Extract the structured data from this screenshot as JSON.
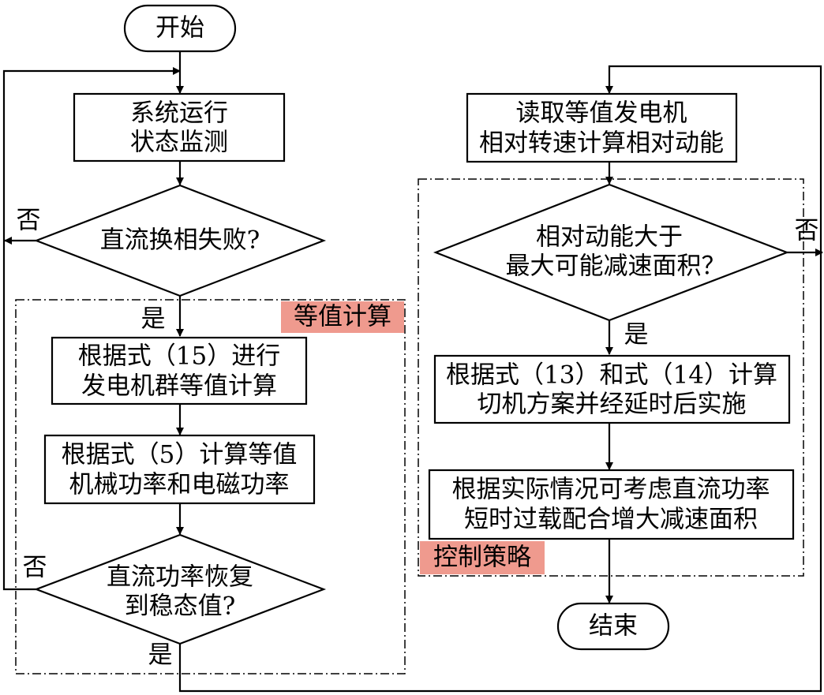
{
  "diagram": {
    "start": "开始",
    "end": "结束",
    "monitor": [
      "系统运行",
      "状态监测"
    ],
    "dc_failure_question": "直流换相失败?",
    "equiv_calc_box": [
      "根据式（15）进行",
      "发电机群等值计算"
    ],
    "mech_power_box": [
      "根据式（5）计算等值",
      "机械功率和电磁功率"
    ],
    "dc_recover_question": [
      "直流功率恢复",
      "到稳态值?"
    ],
    "read_generator_box": [
      "读取等值发电机",
      "相对转速计算相对动能"
    ],
    "kinetic_question": [
      "相对动能大于",
      "最大可能减速面积？"
    ],
    "cut_machine_box": [
      "根据式（13）和式（14）计算",
      "切机方案并经延时后实施"
    ],
    "dc_overload_box": [
      "根据实际情况可考虑直流功率",
      "短时过载配合增大减速面积"
    ],
    "labels": {
      "yes": "是",
      "no": "否"
    },
    "regions": {
      "equiv": "等值计算",
      "control": "控制策略"
    }
  }
}
